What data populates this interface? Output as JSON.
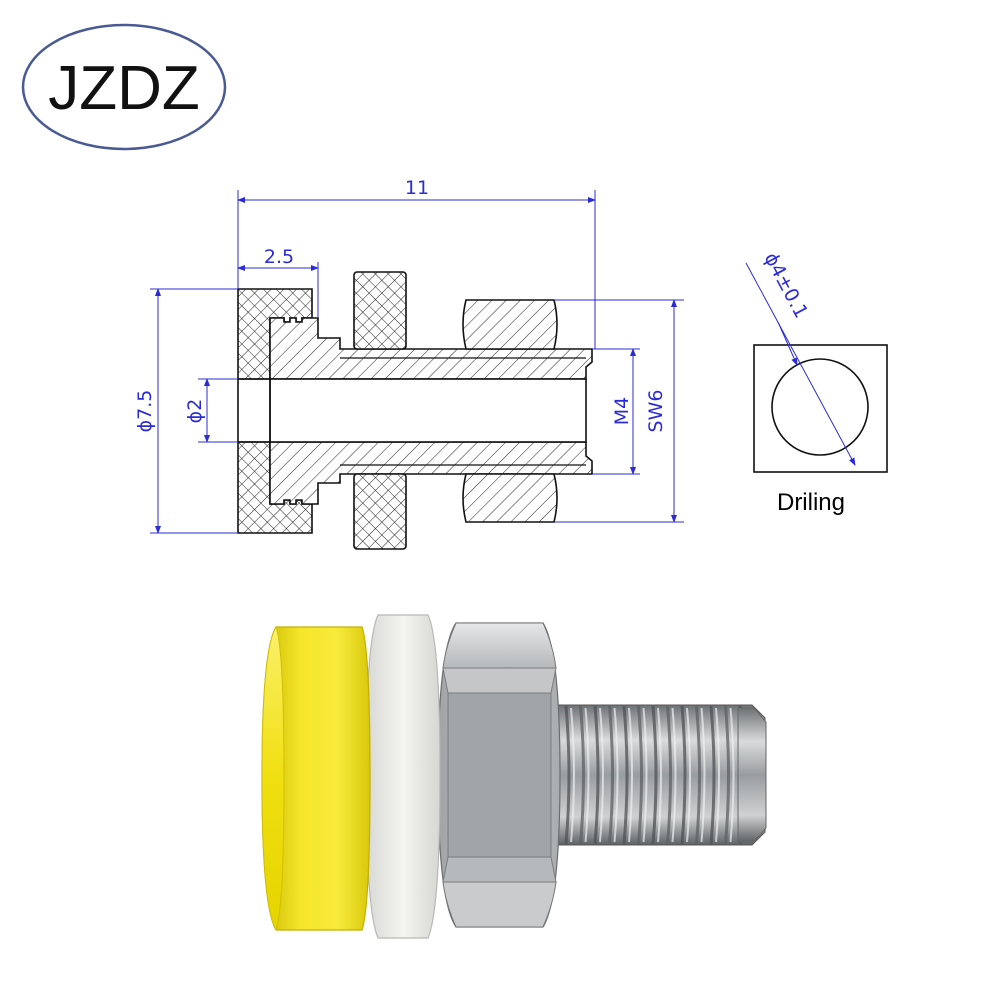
{
  "logo": {
    "text": "JZDZ"
  },
  "drawing": {
    "dimensions": {
      "overall_length": "11",
      "flange_thickness": "2.5",
      "flange_diameter": "ϕ7.5",
      "bore_diameter": "ϕ2",
      "thread": "M4",
      "nut_width": "SW6",
      "hole_diameter": "ϕ4±0.1"
    },
    "drilling_caption": "Driling"
  },
  "colors": {
    "dimension_line": "#2b2bd6",
    "outline": "#1a1a1a",
    "yellow_cap": "#f2e21a",
    "white_washer": "#ecebe6",
    "steel": "#b9bcc0"
  },
  "icons": {
    "hatch_diagonal": "diagonal-hatch",
    "hatch_cross": "cross-hatch"
  }
}
